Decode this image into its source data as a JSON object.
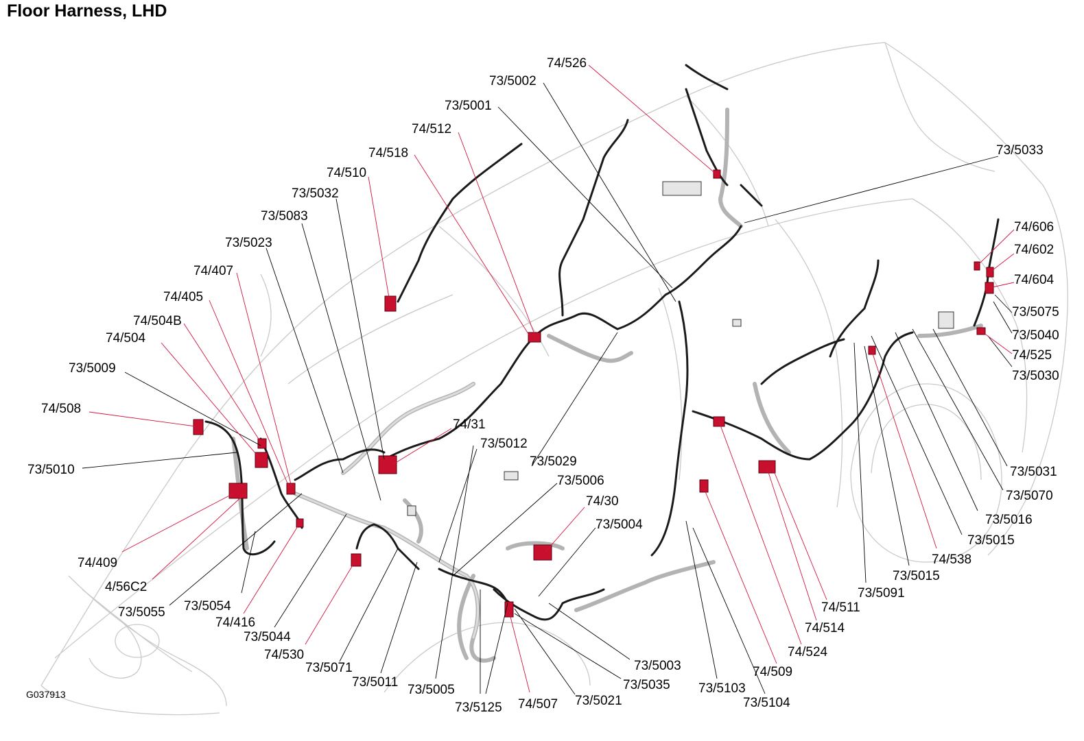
{
  "title": "Floor Harness, LHD",
  "figure_id": "G037913",
  "colors": {
    "harness": "#1a1a1a",
    "sheath": "#b3b3b3",
    "connector": "#c8102e",
    "red_leader": "#d2143c",
    "car_outline": "#c9c9c9"
  },
  "labels": {
    "l_74_526": "74/526",
    "l_73_5002": "73/5002",
    "l_73_5001": "73/5001",
    "l_74_512": "74/512",
    "l_74_518": "74/518",
    "l_74_510": "74/510",
    "l_73_5032": "73/5032",
    "l_73_5083": "73/5083",
    "l_73_5023": "73/5023",
    "l_74_407": "74/407",
    "l_74_405": "74/405",
    "l_74_504B": "74/504B",
    "l_74_504": "74/504",
    "l_73_5009": "73/5009",
    "l_74_508": "74/508",
    "l_73_5010": "73/5010",
    "l_74_409": "74/409",
    "l_4_56C2": "4/56C2",
    "l_73_5055": "73/5055",
    "l_73_5054": "73/5054",
    "l_74_416": "74/416",
    "l_73_5044": "73/5044",
    "l_74_530": "74/530",
    "l_73_5071": "73/5071",
    "l_73_5011": "73/5011",
    "l_73_5005": "73/5005",
    "l_73_5125": "73/5125",
    "l_74_507": "74/507",
    "l_73_5021": "73/5021",
    "l_73_5035": "73/5035",
    "l_73_5003": "73/5003",
    "l_73_5103": "73/5103",
    "l_73_5104": "73/5104",
    "l_74_509": "74/509",
    "l_74_524": "74/524",
    "l_74_514": "74/514",
    "l_74_511": "74/511",
    "l_73_5091": "73/5091",
    "l_73_5015b": "73/5015",
    "l_74_538": "74/538",
    "l_73_5015": "73/5015",
    "l_73_5016": "73/5016",
    "l_73_5070": "73/5070",
    "l_73_5031": "73/5031",
    "l_73_5030": "73/5030",
    "l_74_525": "74/525",
    "l_73_5040": "73/5040",
    "l_73_5075": "73/5075",
    "l_74_604": "74/604",
    "l_74_602": "74/602",
    "l_74_606": "74/606",
    "l_73_5033": "73/5033",
    "l_74_31": "74/31",
    "l_73_5012": "73/5012",
    "l_73_5029": "73/5029",
    "l_73_5006": "73/5006",
    "l_74_30": "74/30",
    "l_73_5004": "73/5004"
  }
}
